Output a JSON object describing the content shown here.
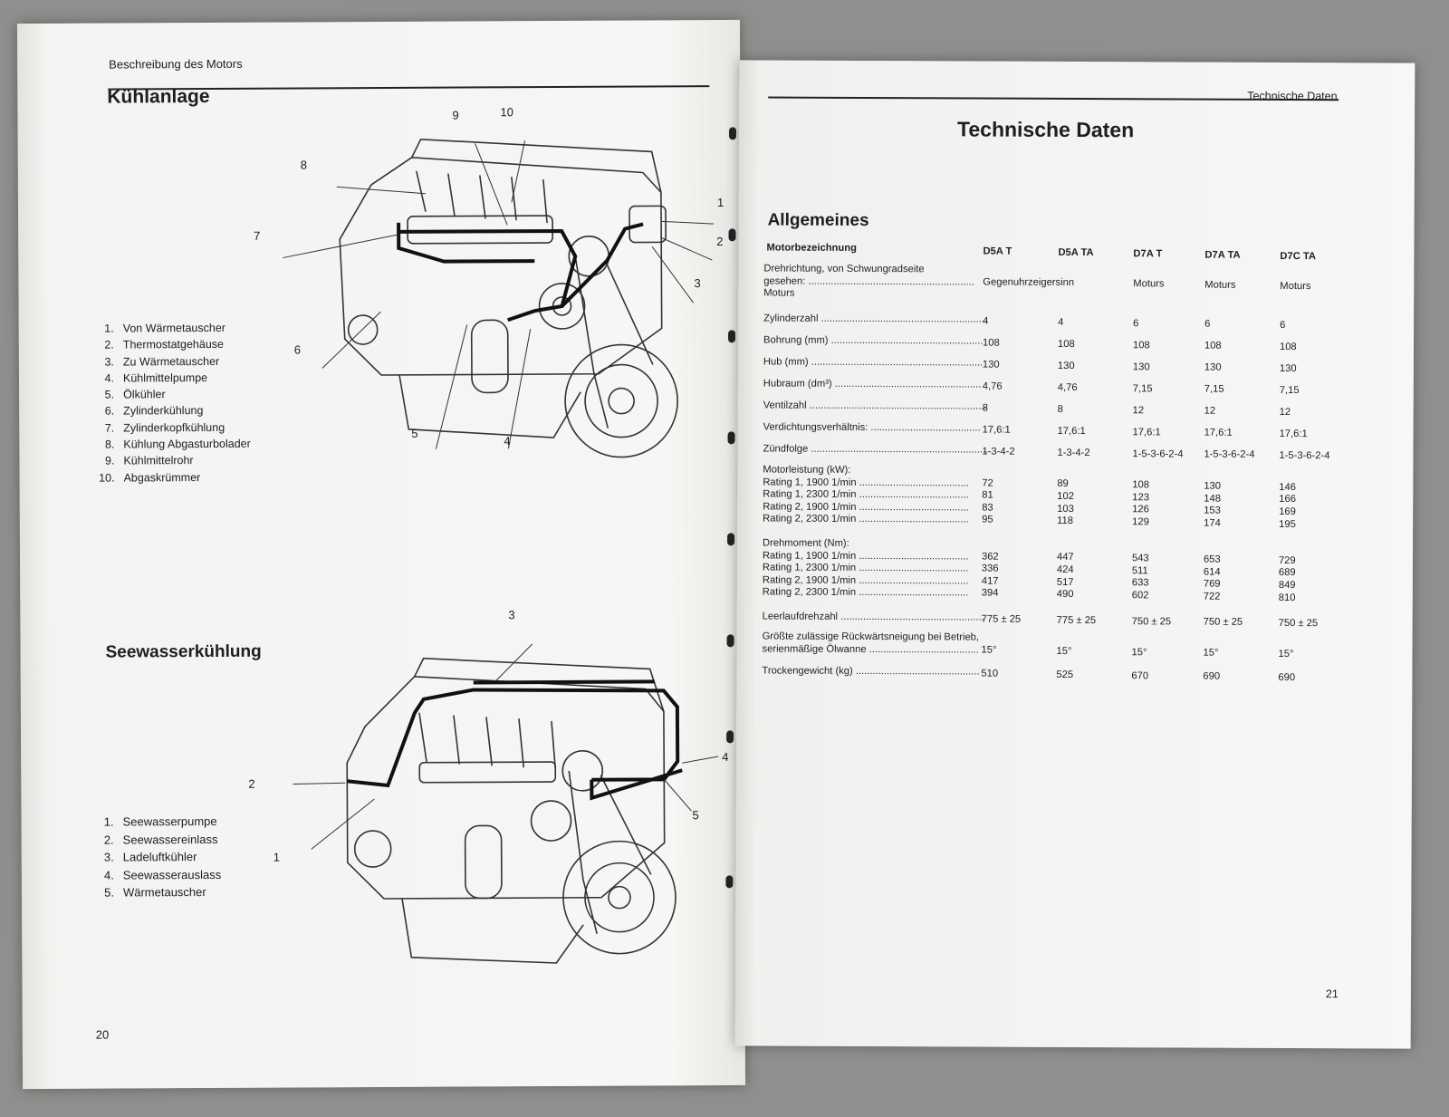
{
  "left_page": {
    "header": "Beschreibung des Motors",
    "section1_title": "Kühlanlage",
    "section1_legend": [
      {
        "num": "1.",
        "text": "Von Wärmetauscher"
      },
      {
        "num": "2.",
        "text": "Thermostatgehäuse"
      },
      {
        "num": "3.",
        "text": "Zu Wärmetauscher"
      },
      {
        "num": "4.",
        "text": "Kühlmittelpumpe"
      },
      {
        "num": "5.",
        "text": "Ölkühler"
      },
      {
        "num": "6.",
        "text": "Zylinderkühlung"
      },
      {
        "num": "7.",
        "text": "Zylinderkopfkühlung"
      },
      {
        "num": "8.",
        "text": "Kühlung  Abgasturbolader"
      },
      {
        "num": "9.",
        "text": "Kühlmittelrohr"
      },
      {
        "num": "10.",
        "text": "Abgaskrümmer"
      }
    ],
    "section1_callouts": [
      "1",
      "2",
      "3",
      "4",
      "5",
      "6",
      "7",
      "8",
      "9",
      "10"
    ],
    "section2_title": "Seewasserkühlung",
    "section2_legend": [
      {
        "num": "1.",
        "text": "Seewasserpumpe"
      },
      {
        "num": "2.",
        "text": "Seewassereinlass"
      },
      {
        "num": "3.",
        "text": "Ladeluftkühler"
      },
      {
        "num": "4.",
        "text": "Seewasserauslass"
      },
      {
        "num": "5.",
        "text": "Wärmetauscher"
      }
    ],
    "section2_callouts": [
      "1",
      "2",
      "3",
      "4",
      "5"
    ],
    "page_number": "20"
  },
  "right_page": {
    "header": "Technische Daten",
    "title": "Technische Daten",
    "subtitle": "Allgemeines",
    "table": {
      "label_header": "Motorbezeichnung",
      "columns": [
        "D5A T",
        "D5A TA",
        "D7A T",
        "D7A TA",
        "D7C TA"
      ],
      "rows": [
        {
          "label": [
            "Drehrichtung,  von  Schwungradseite",
            "gesehen: ...........................................................",
            "Moturs"
          ],
          "values": [
            "Gegenuhrzeigersinn",
            "",
            "Moturs",
            "Moturs",
            "Moturs"
          ]
        },
        {
          "label": [
            "Zylinderzahl ..........................................................."
          ],
          "values": [
            "4",
            "4",
            "6",
            "6",
            "6"
          ]
        },
        {
          "label": [
            "Bohrung (mm) ......................................................"
          ],
          "values": [
            "108",
            "108",
            "108",
            "108",
            "108"
          ]
        },
        {
          "label": [
            "Hub (mm) ............................................................."
          ],
          "values": [
            "130",
            "130",
            "130",
            "130",
            "130"
          ]
        },
        {
          "label": [
            "Hubraum (dm³) ...................................................."
          ],
          "values": [
            "4,76",
            "4,76",
            "7,15",
            "7,15",
            "7,15"
          ]
        },
        {
          "label": [
            "Ventilzahl ..............................................................."
          ],
          "values": [
            "8",
            "8",
            "12",
            "12",
            "12"
          ]
        },
        {
          "label": [
            "Verdichtungsverhältnis: ......................................."
          ],
          "values": [
            "17,6:1",
            "17,6:1",
            "17,6:1",
            "17,6:1",
            "17,6:1"
          ]
        },
        {
          "label": [
            "Zündfolge ..............................................................."
          ],
          "values": [
            "1-3-4-2",
            "1-3-4-2",
            "1-5-3-6-2-4",
            "1-5-3-6-2-4",
            "1-5-3-6-2-4"
          ]
        }
      ],
      "group_motorleistung": {
        "title": "Motorleistung (kW):",
        "rows": [
          {
            "label": "Rating 1, 1900 1/min .......................................",
            "values": [
              "72",
              "89",
              "108",
              "130",
              "146"
            ]
          },
          {
            "label": "Rating 1, 2300 1/min .......................................",
            "values": [
              "81",
              "102",
              "123",
              "148",
              "166"
            ]
          },
          {
            "label": "Rating 2, 1900 1/min .......................................",
            "values": [
              "83",
              "103",
              "126",
              "153",
              "169"
            ]
          },
          {
            "label": "Rating 2, 2300 1/min .......................................",
            "values": [
              "95",
              "118",
              "129",
              "174",
              "195"
            ]
          }
        ]
      },
      "group_drehmoment": {
        "title": "Drehmoment (Nm):",
        "rows": [
          {
            "label": "Rating 1, 1900 1/min .......................................",
            "values": [
              "362",
              "447",
              "543",
              "653",
              "729"
            ]
          },
          {
            "label": "Rating 1, 2300 1/min .......................................",
            "values": [
              "336",
              "424",
              "511",
              "614",
              "689"
            ]
          },
          {
            "label": "Rating 2, 1900 1/min .......................................",
            "values": [
              "417",
              "517",
              "633",
              "769",
              "849"
            ]
          },
          {
            "label": "Rating 2, 2300 1/min .......................................",
            "values": [
              "394",
              "490",
              "602",
              "722",
              "810"
            ]
          }
        ]
      },
      "rows_tail": [
        {
          "label": [
            "Leerlaufdrehzahl ..................................................."
          ],
          "values": [
            "775 ± 25",
            "775 ± 25",
            "750 ± 25",
            "750 ± 25",
            "750 ± 25"
          ]
        },
        {
          "label": [
            "Größte zulässige Rückwärtsneigung bei Betrieb,",
            "serienmäßige Ölwanne ......................................."
          ],
          "values": [
            "15°",
            "15°",
            "15°",
            "15°",
            "15°"
          ]
        },
        {
          "label": [
            "Trockengewicht (kg) ............................................"
          ],
          "values": [
            "510",
            "525",
            "670",
            "690",
            "690"
          ]
        }
      ]
    },
    "page_number": "21"
  }
}
